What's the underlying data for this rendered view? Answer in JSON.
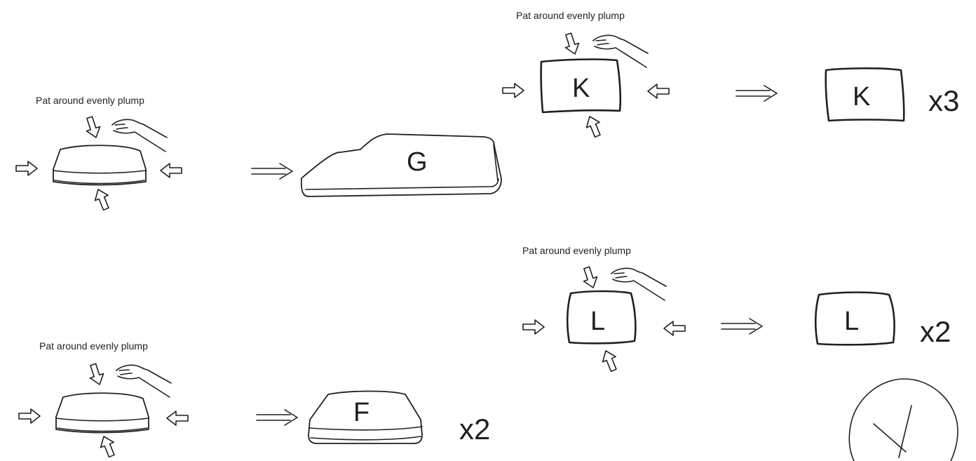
{
  "steps": {
    "pat_1": "Pat around evenly plump",
    "pat_2": "Pat around evenly plump",
    "pat_3": "Pat around evenly plump",
    "pat_4": "Pat around evenly plump"
  },
  "pieces": {
    "g_label": "G",
    "k_label_left": "K",
    "k_label_right": "K",
    "k_multiplier": "x3",
    "l_label_left": "L",
    "l_label_right": "L",
    "l_multiplier": "x2",
    "f_label": "F",
    "f_multiplier": "x2"
  },
  "icons": [
    "hollow-arrow-icon",
    "double-arrow-icon",
    "hand-icon",
    "clock-icon"
  ]
}
